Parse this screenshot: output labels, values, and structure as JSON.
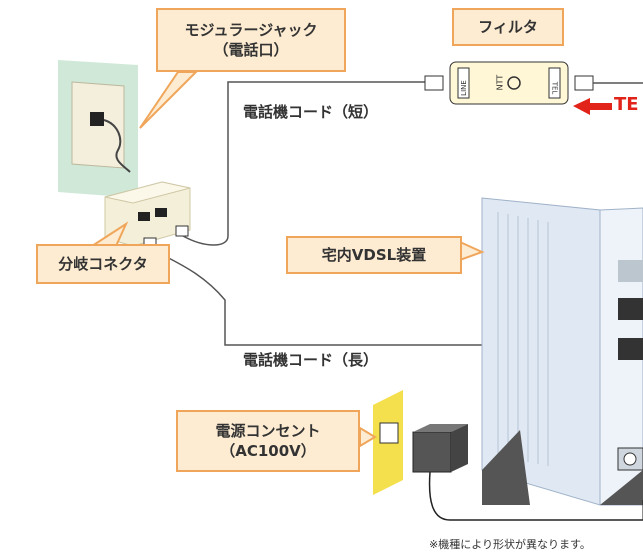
{
  "labels": {
    "modular_jack_line1": "モジュラージャック",
    "modular_jack_line2": "（電話口）",
    "filter": "フィルタ",
    "cord_short": "電話機コード（短）",
    "tel_arrow": "← TE",
    "vdsl": "宅内VDSL装置",
    "splitter": "分岐コネクタ",
    "cord_long": "電話機コード（長）",
    "outlet_line1": "電源コンセント",
    "outlet_line2": "（AC100V）",
    "note": "※機種により形状が異なります。",
    "filter_line": "LINE",
    "filter_tel": "TEL",
    "filter_ntt": "NTT"
  },
  "colors": {
    "callout_fill": "#fdecd2",
    "callout_border": "#f0a65a",
    "accent_red": "#e2231a",
    "wall_green": "#cfe8d8",
    "outlet_yellow": "#f4e04d",
    "device_blue": "#dfe8f3"
  }
}
